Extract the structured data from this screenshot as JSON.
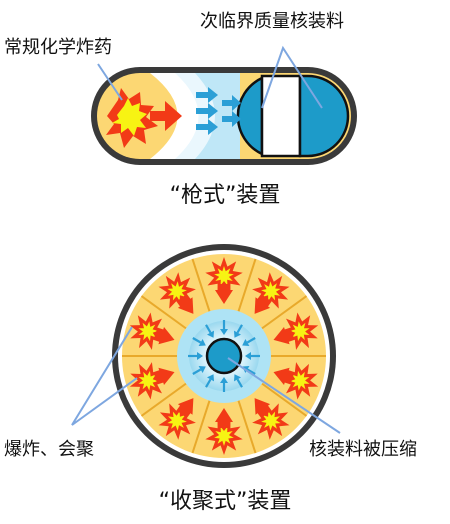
{
  "gun_device": {
    "label_explosive": "常规化学炸药",
    "label_core": "次临界质量核装料",
    "caption": "“枪式”装置"
  },
  "implosion_device": {
    "label_explode": "爆炸、会聚",
    "label_compress": "核装料被压缩",
    "caption": "“收聚式”装置"
  },
  "colors": {
    "casing": "#3a3a3a",
    "explosive_fill": "#fcd773",
    "blast_red": "#f23a17",
    "blast_yellow": "#f7f313",
    "nuclear_blue": "#1d9bc9",
    "shock_light_blue": "#aee3f5",
    "arrow_blue": "#2b9fd6",
    "pointer_blue": "#7ea7e0"
  }
}
